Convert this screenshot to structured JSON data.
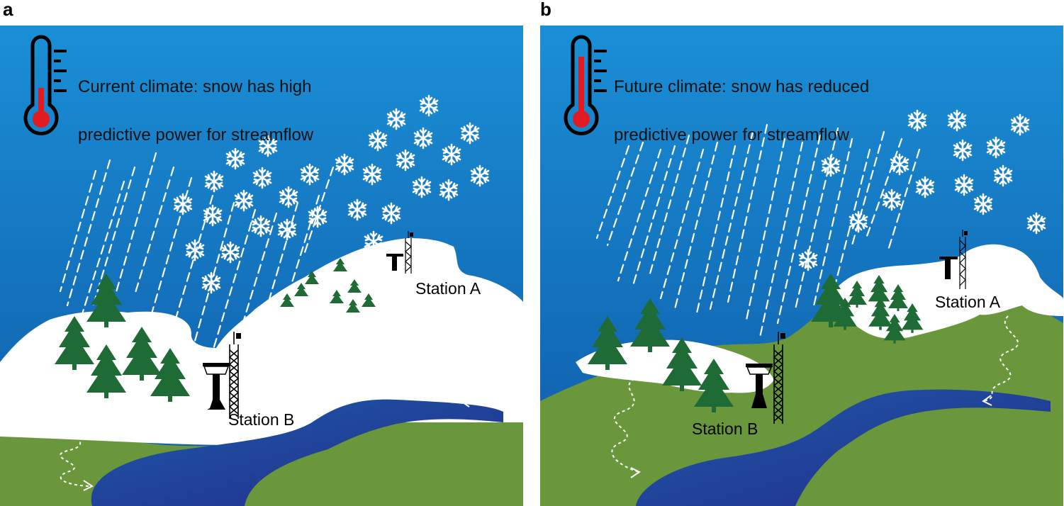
{
  "panels": [
    {
      "letter": "a",
      "caption_line1": "Current climate: snow has high",
      "caption_line2": "predictive power for streamflow",
      "station_a": "Station A",
      "station_b": "Station B"
    },
    {
      "letter": "b",
      "caption_line1": "Future climate: snow has reduced",
      "caption_line2": "predictive power for streamflow",
      "station_a": "Station A",
      "station_b": "Station B"
    }
  ],
  "colors": {
    "sky_top": "#1a8fd6",
    "sky_bottom": "#0f5aa8",
    "snow": "#ffffff",
    "ground": "#6a963c",
    "river_light": "#1d5aa8",
    "river_dark": "#232c8a",
    "tree": "#1f6b35",
    "thermometer_fill": "#e21b23"
  }
}
